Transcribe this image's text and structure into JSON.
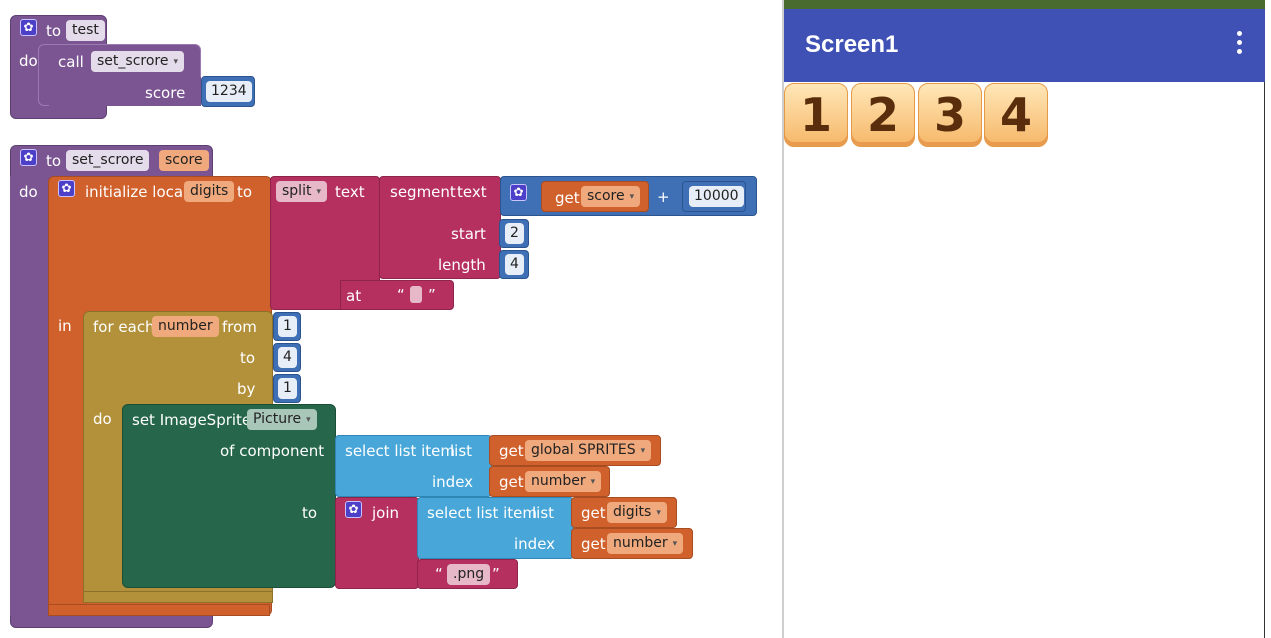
{
  "blocks": {
    "proc_test": {
      "to": "to",
      "name": "test",
      "do": "do",
      "call": "call",
      "call_target": "set_scrore",
      "arg_label": "score",
      "arg_value": "1234"
    },
    "proc_set_score": {
      "to": "to",
      "name": "set_scrore",
      "param": "score",
      "do": "do",
      "init_local": "initialize local",
      "local_name": "digits",
      "to_word": "to",
      "split": "split",
      "text": "text",
      "segment": "segment",
      "segment_text": "text",
      "get": "get",
      "get_var": "score",
      "plus": "+",
      "addend": "10000",
      "start_label": "start",
      "start_value": "2",
      "length_label": "length",
      "length_value": "4",
      "at_label": "at",
      "at_open": "“",
      "at_close": "”",
      "in": "in",
      "for_each": "for each",
      "loop_var": "number",
      "from_label": "from",
      "from_value": "1",
      "to_label": "to",
      "to_value": "4",
      "by_label": "by",
      "by_value": "1",
      "loop_do": "do",
      "set_sprite": "set ImageSprite.",
      "property": "Picture",
      "of_component": "of component",
      "to_label2": "to",
      "select_list_item": "select list item",
      "list_label": "list",
      "get_global": "get",
      "global_var": "global SPRITES",
      "index_label": "index",
      "get_number": "get",
      "number_var": "number",
      "join": "join",
      "select_list_item2": "select list item",
      "list_label2": "list",
      "get_digits": "get",
      "digits_var": "digits",
      "index_label2": "index",
      "get_number2": "get",
      "number_var2": "number",
      "png_open": "“",
      "png_text": ".png",
      "png_close": "”"
    }
  },
  "phone": {
    "screen_title": "Screen1",
    "sprites": [
      "1",
      "2",
      "3",
      "4"
    ]
  },
  "colors": {
    "procedure": "#7b5592",
    "variable": "#d0612c",
    "text": "#b5305f",
    "math": "#3f6fb5",
    "control": "#b3913a",
    "component": "#26664a",
    "list": "#48a7d8",
    "appbar": "#3f51b5"
  }
}
